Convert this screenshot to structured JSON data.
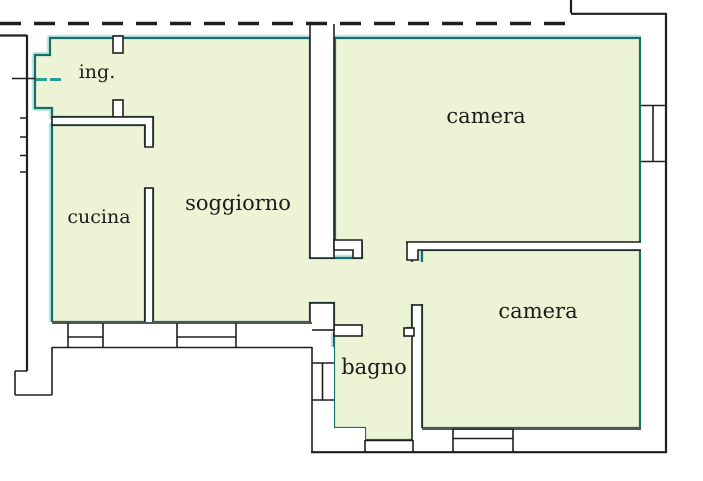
{
  "plan": {
    "type": "apartment-floor-plan",
    "rooms": {
      "ingresso": {
        "label": "ing."
      },
      "cucina": {
        "label": "cucina"
      },
      "soggiorno": {
        "label": "soggiorno"
      },
      "camera1": {
        "label": "camera"
      },
      "camera2": {
        "label": "camera"
      },
      "bagno": {
        "label": "bagno"
      }
    }
  },
  "colors": {
    "room_fill": "#edf4d6",
    "room_stroke": "#166e6b",
    "room_glow": "#9ad5cf",
    "wall_fill": "#ffffff",
    "wall_stroke": "#1f1f1f",
    "label_color": "#1b1b1b",
    "door_color": "#2a9d97"
  }
}
